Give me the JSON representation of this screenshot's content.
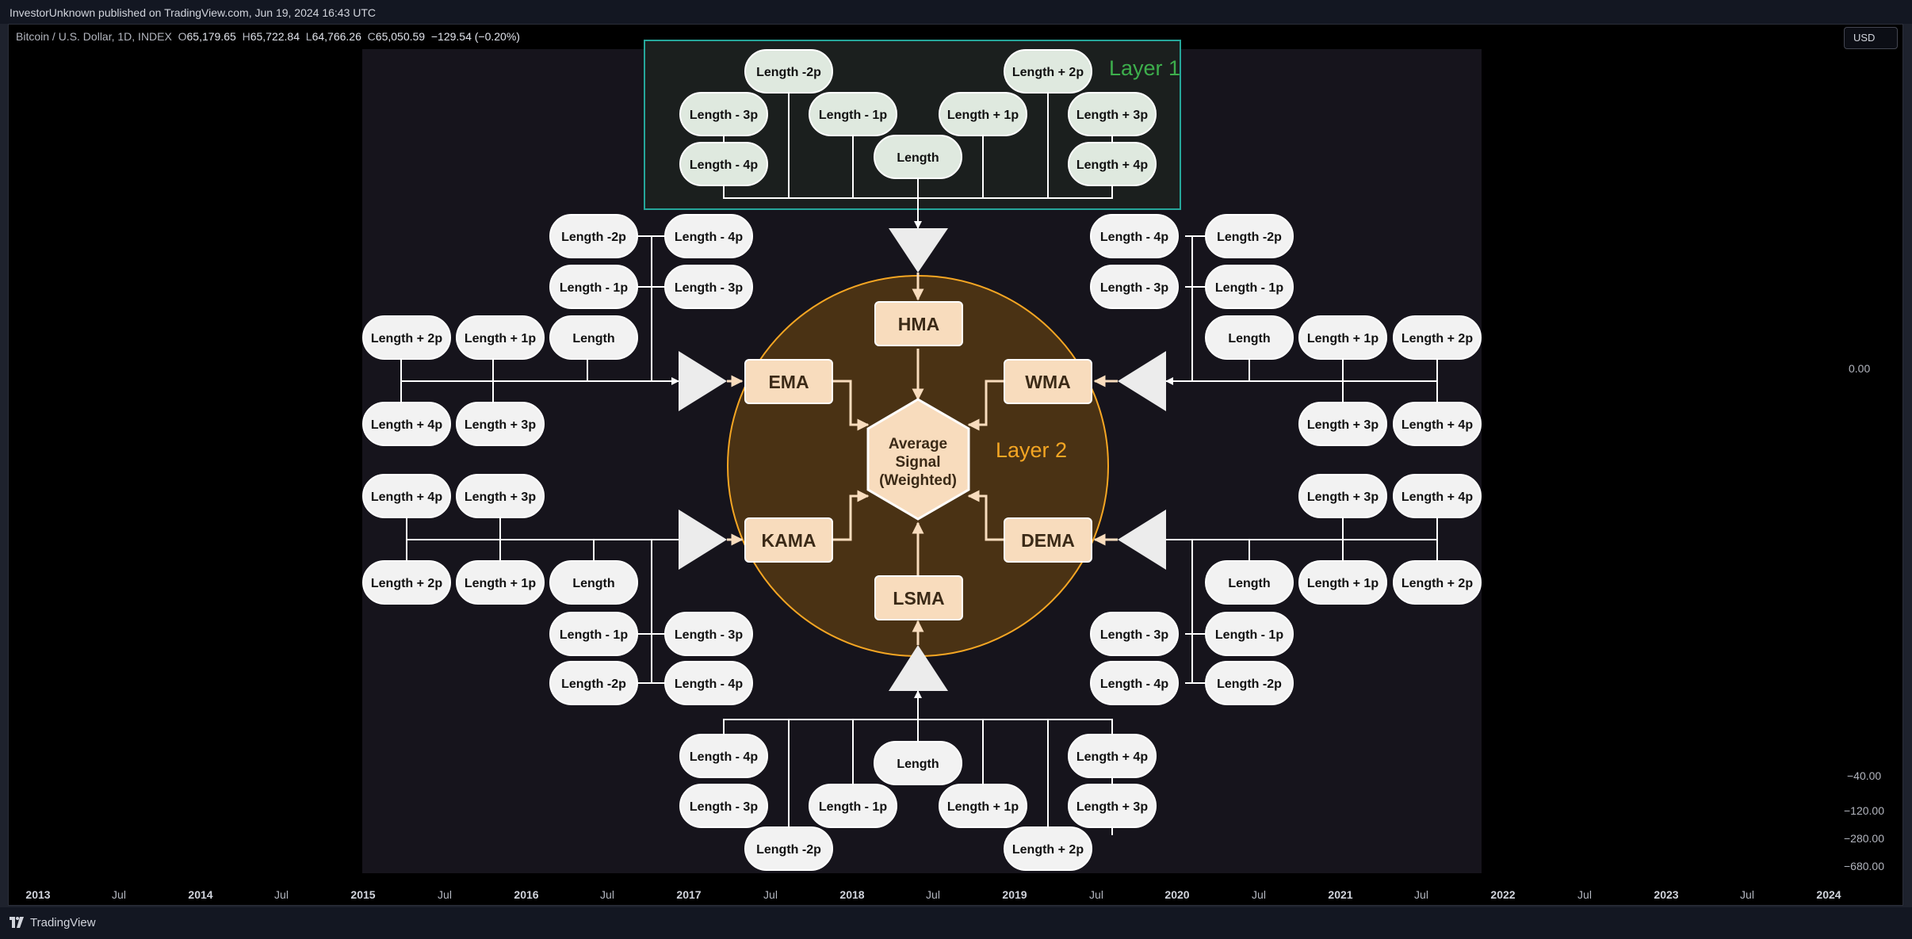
{
  "header": {
    "published": "InvestorUnknown published on TradingView.com, Jun 19, 2024 16:43 UTC"
  },
  "legend": {
    "symbol": "Bitcoin / U.S. Dollar, 1D, INDEX",
    "open_label": "O",
    "open": "65,179.65",
    "high_label": "H",
    "high": "65,722.84",
    "low_label": "L",
    "low": "64,766.26",
    "close_label": "C",
    "close": "65,050.59",
    "change": "−129.54 (−0.20%)"
  },
  "currency": "USD",
  "price_scale": [
    "0.00",
    "−40.00",
    "−120.00",
    "−280.00",
    "−680.00"
  ],
  "time_axis": [
    "2013",
    "Jul",
    "2014",
    "Jul",
    "2015",
    "Jul",
    "2016",
    "Jul",
    "2017",
    "Jul",
    "2018",
    "Jul",
    "2019",
    "Jul",
    "2020",
    "Jul",
    "2021",
    "Jul",
    "2022",
    "Jul",
    "2023",
    "Jul",
    "2024"
  ],
  "footer": {
    "brand": "TradingView"
  },
  "diagram": {
    "layer1_label": "Layer 1",
    "layer2_label": "Layer 2",
    "center": [
      "Average",
      "Signal",
      "(Weighted)"
    ],
    "ma": {
      "hma": "HMA",
      "ema": "EMA",
      "wma": "WMA",
      "kama": "KAMA",
      "dema": "DEMA",
      "lsma": "LSMA"
    },
    "lengths": {
      "m2p": "Length -2p",
      "m3p": "Length - 3p",
      "m1p": "Length - 1p",
      "m4p": "Length - 4p",
      "len": "Length",
      "p1p": "Length + 1p",
      "p2p": "Length + 2p",
      "p3p": "Length + 3p",
      "p4p": "Length + 4p"
    }
  },
  "colors": {
    "diagram_bg": "#16141c",
    "layer1_box": "#1b1f1e",
    "layer1_border": "#26a69a",
    "layer1_text": "#3dae4c",
    "layer2_fill": "#4a3214",
    "layer2_border": "#f5a623",
    "layer2_text": "#f5a623",
    "ma_fill": "#f8dcbd",
    "node_fill": "#f2f2f2",
    "layer1_node_fill": "#dfe9df"
  }
}
